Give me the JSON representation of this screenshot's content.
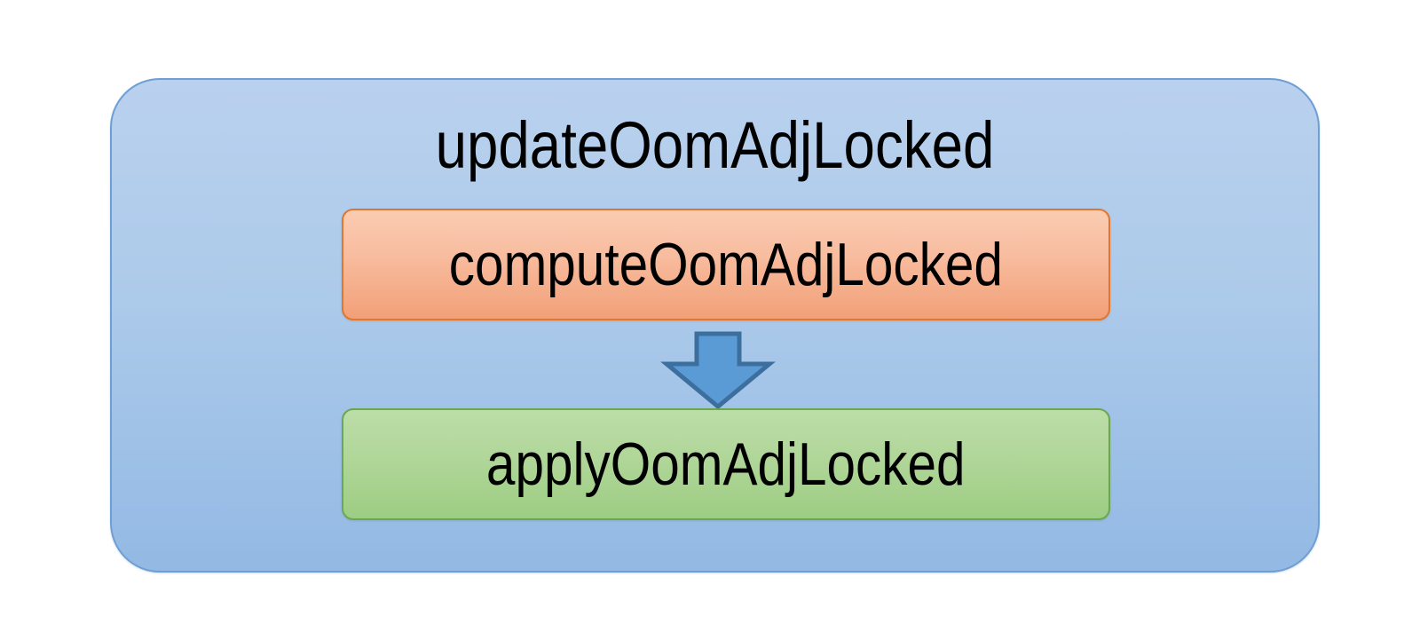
{
  "diagram": {
    "title": "updateOomAdjLocked",
    "outer_node": {
      "label": "updateOomAdjLocked",
      "fill_top": "#b9d1ee",
      "fill_bottom": "#93b9e4",
      "border_color": "#6d9fd6"
    },
    "nodes": [
      {
        "id": "compute",
        "label": "computeOomAdjLocked",
        "fill_top": "#fbccb2",
        "fill_bottom": "#f2a077",
        "border_color": "#e0762f"
      },
      {
        "id": "apply",
        "label": "applyOomAdjLocked",
        "fill_top": "#bcdda7",
        "fill_bottom": "#9dcd83",
        "border_color": "#6aa84f"
      }
    ],
    "edges": [
      {
        "id": "compute-to-apply",
        "from": "compute",
        "to": "apply",
        "direction": "down",
        "style": "block-arrow",
        "fill": "#5b9bd5",
        "border_color": "#3d6f9e"
      }
    ],
    "background": "#ffffff"
  }
}
